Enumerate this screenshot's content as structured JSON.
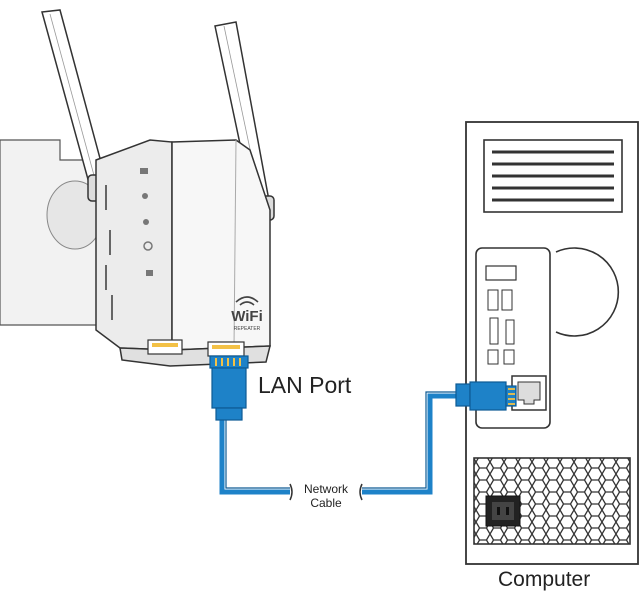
{
  "labels": {
    "lan_port": "LAN Port",
    "network_cable_line1": "Network",
    "network_cable_line2": "Cable",
    "computer": "Computer"
  },
  "device": {
    "logo_text": "WiFi",
    "logo_subtext": "REPEATER"
  },
  "colors": {
    "cable": "#1e82c8",
    "cable_dark": "#0d5a94",
    "connector_gold": "#e0a020",
    "outline": "#333333"
  }
}
